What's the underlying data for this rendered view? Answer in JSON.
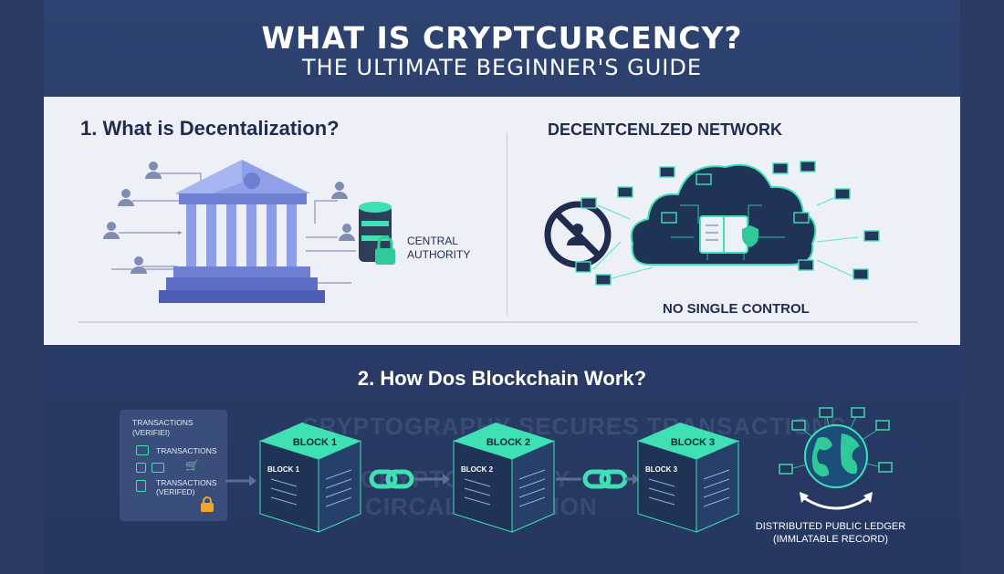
{
  "header": {
    "title": "WHAT IS CRYPTCURCENCY?",
    "subtitle": "THE ULTIMATE BEGINNER'S GUIDE"
  },
  "section1": {
    "title": "1. What is Decentalization?",
    "central_label_line1": "CENTRAL",
    "central_label_line2": "AUTHORITY",
    "network_title": "DECENTCENLZED NETWORK",
    "no_control": "NO SINGLE CONTROL"
  },
  "section2": {
    "title": "2. How Dos Blockchain Work?",
    "ghost_line1": "CRYPTOGRAPHY SECURES TRANSACTIONS",
    "ghost_line2": "CRYPTOGRAPHY",
    "ghost_line3": "CIRCALITRACTION",
    "transactions": {
      "heading_line1": "TRANSACTIONS",
      "heading_line2": "(VERIFIEI)",
      "row1": "TRANSACTIONS",
      "row2_line1": "TRANSACTIONS",
      "row2_line2": "(VERIFED)"
    },
    "blocks": [
      {
        "top": "BLOCK 1",
        "side": "BLOCK 1"
      },
      {
        "top": "BLOCK 2",
        "side": "BLOCK 2"
      },
      {
        "top": "BLOCK 3",
        "side": "BLOCK 3"
      }
    ],
    "ledger_line1": "DISTRIBUTED PUBLIC LEDGER",
    "ledger_line2": "(IMMLATABLE RECORD)"
  },
  "colors": {
    "accent": "#3fe0b4",
    "navy": "#1f2c4e",
    "building": "#7f90e0"
  }
}
